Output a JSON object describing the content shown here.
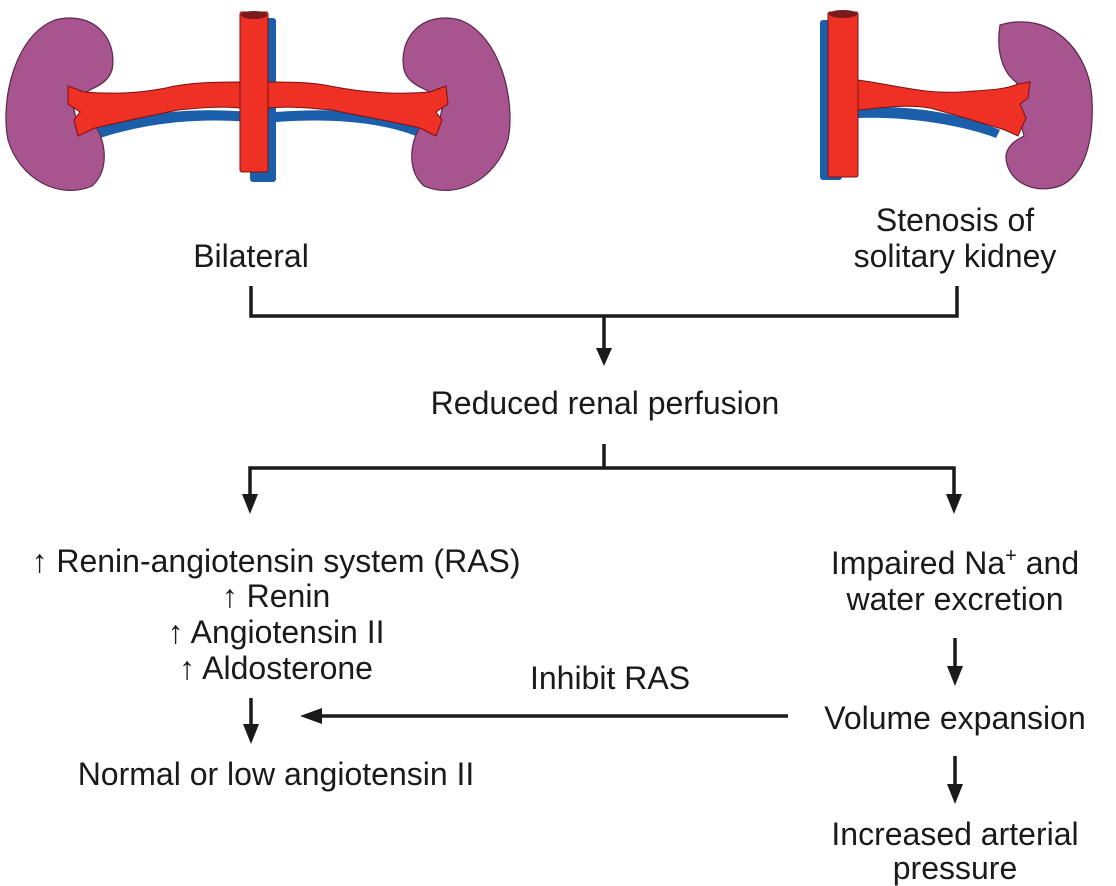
{
  "diagram": {
    "illustrations": [
      {
        "id": "bilateral",
        "description": "Two kidneys with aorta and bilateral renal artery stenosis"
      },
      {
        "id": "solitary",
        "description": "Solitary kidney with aorta and renal artery stenosis"
      }
    ],
    "colors": {
      "kidney": "#a7548f",
      "artery": "#ee3124",
      "vein": "#1b5faa",
      "line": "#1a1a1a"
    },
    "nodes": {
      "bilateral": "Bilateral",
      "stenosis_line1": "Stenosis of",
      "stenosis_line2": "solitary kidney",
      "reduced_perfusion": "Reduced renal perfusion",
      "ras_title": "↑ Renin-angiotensin system (RAS)",
      "ras_renin": "↑ Renin",
      "ras_angiotensin": "↑ Angiotensin II",
      "ras_aldosterone": "↑ Aldosterone",
      "impaired_na_pre": "Impaired Na",
      "impaired_na_sup": "+",
      "impaired_na_post": " and",
      "impaired_line2": "water excretion",
      "volume_expansion": "Volume expansion",
      "normal_low": "Normal or low angiotensin II",
      "increased_line1": "Increased arterial",
      "increased_line2": "pressure",
      "inhibit_ras": "Inhibit RAS"
    },
    "edges": [
      {
        "from": "bilateral",
        "to": "reduced_perfusion"
      },
      {
        "from": "stenosis",
        "to": "reduced_perfusion"
      },
      {
        "from": "reduced_perfusion",
        "to": "ras"
      },
      {
        "from": "reduced_perfusion",
        "to": "impaired_excretion"
      },
      {
        "from": "impaired_excretion",
        "to": "volume_expansion"
      },
      {
        "from": "volume_expansion",
        "to": "increased_pressure"
      },
      {
        "from": "ras",
        "to": "normal_low"
      },
      {
        "from": "volume_expansion",
        "to": "normal_low",
        "label": "Inhibit RAS"
      }
    ]
  }
}
